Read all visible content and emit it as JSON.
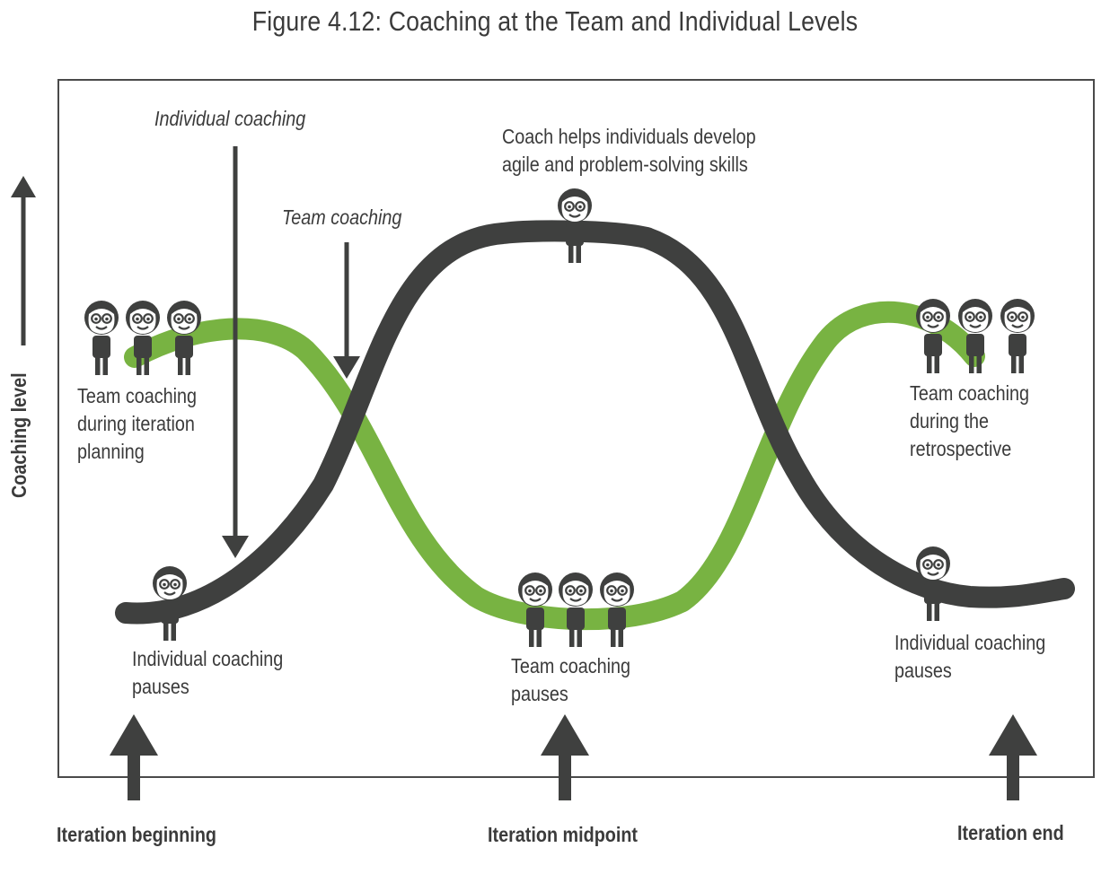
{
  "title": "Figure 4.12: Coaching at the Team and Individual Levels",
  "y_axis_label": "Coaching level",
  "annotations": {
    "individual_coaching": "Individual coaching",
    "team_coaching": "Team coaching",
    "coach_helps": "Coach helps individuals develop\nagile and problem-solving skills",
    "team_planning": "Team coaching\nduring iteration\nplanning",
    "team_retro": "Team coaching\nduring the\nretrospective",
    "ind_pause_left": "Individual coaching\npauses",
    "team_pause_mid": "Team coaching\npauses",
    "ind_pause_right": "Individual coaching\npauses"
  },
  "timeline": {
    "beginning": "Iteration beginning",
    "midpoint": "Iteration midpoint",
    "end": "Iteration end"
  },
  "colors": {
    "individual_curve": "#3f403f",
    "team_curve": "#78b342",
    "arrows": "#3f403f",
    "text": "#3b3b3b"
  },
  "icons": {
    "person": "person-icon",
    "arrow": "arrow-icon"
  }
}
